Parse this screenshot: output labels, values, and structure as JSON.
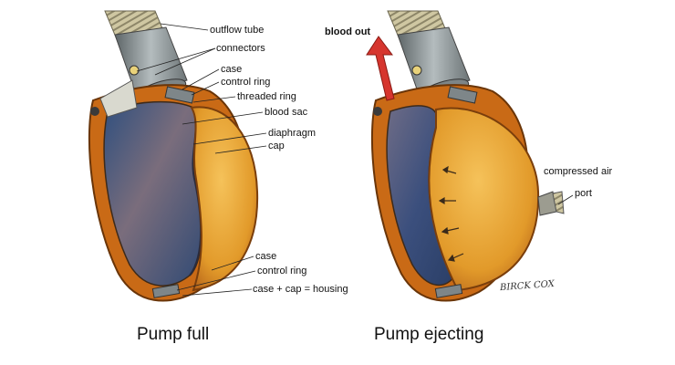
{
  "labels": {
    "outflow_tube": "outflow tube",
    "connectors": "connectors",
    "case_top": "case",
    "control_ring_top": "control ring",
    "threaded_ring": "threaded ring",
    "blood_sac": "blood sac",
    "diaphragm": "diaphragm",
    "cap": "cap",
    "case_bottom": "case",
    "control_ring_bottom": "control ring",
    "housing_formula": "case + cap = housing",
    "blood_out": "blood out",
    "compressed_air": "compressed air",
    "port": "port"
  },
  "captions": {
    "left": "Pump full",
    "right": "Pump ejecting"
  },
  "signature": "BIRCK COX",
  "colors": {
    "housing_orange": "#E08A1E",
    "housing_dark": "#9A4A10",
    "cap_yellow": "#E9A93A",
    "sac_blue": "#4C5F8A",
    "tube_gray": "#8E9698",
    "arrow_red": "#D6352E"
  }
}
